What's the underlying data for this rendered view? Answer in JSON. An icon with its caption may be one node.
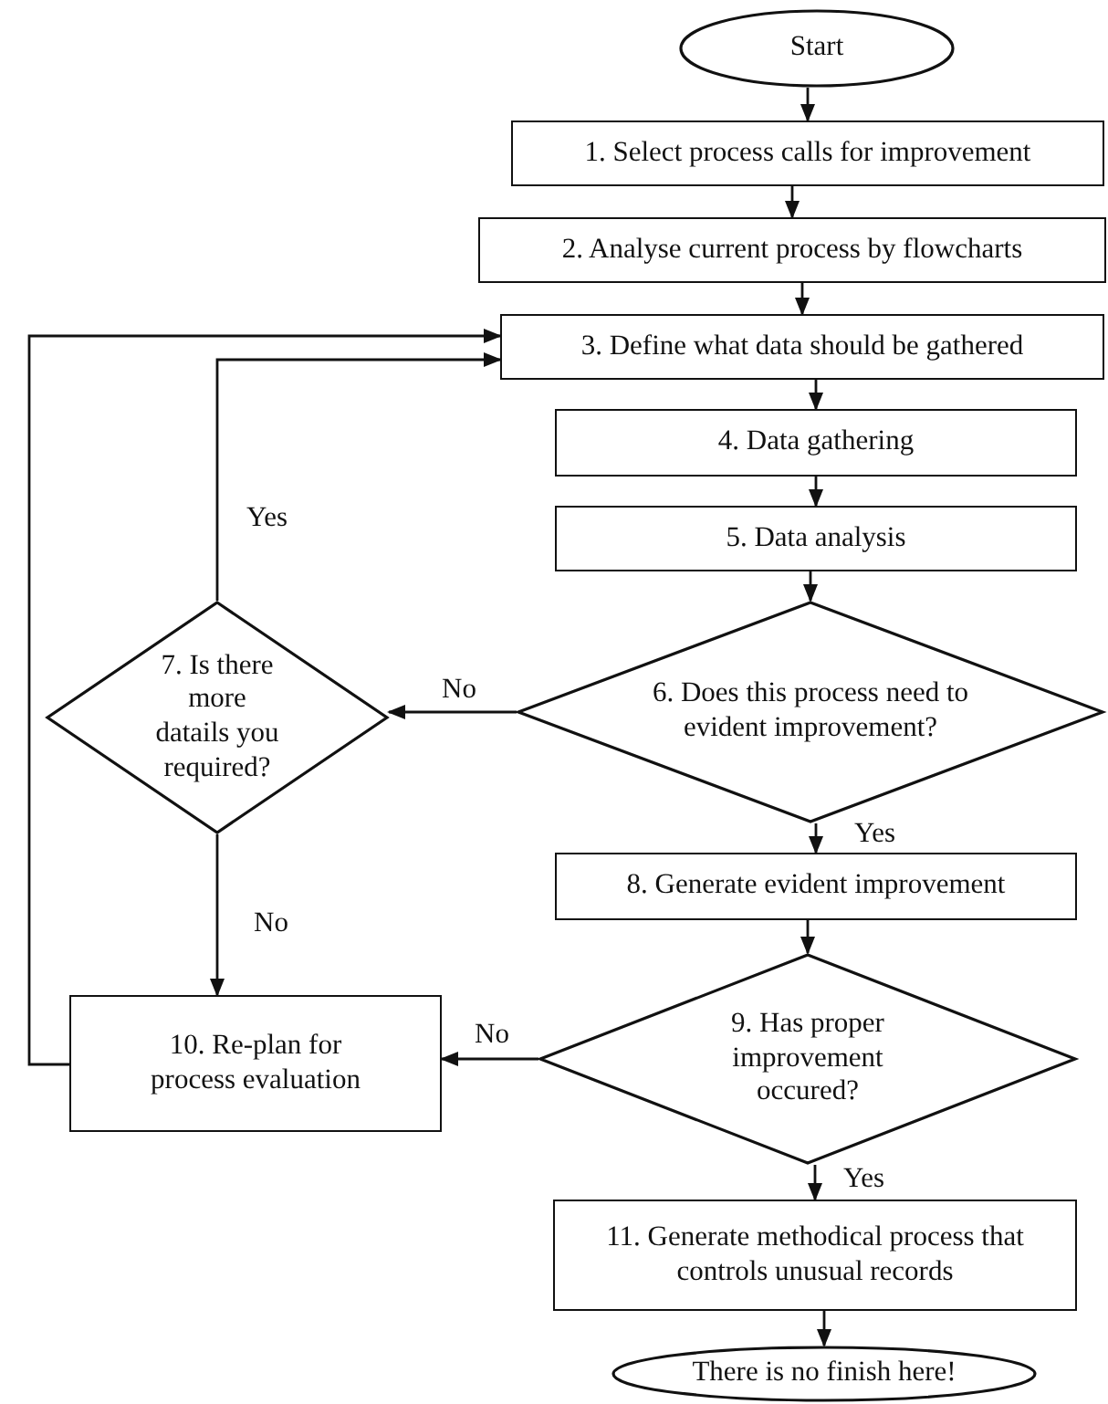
{
  "diagram": {
    "nodes": [
      {
        "text": [
          "Start"
        ]
      },
      {
        "text": [
          "1. Select process calls for improvement"
        ]
      },
      {
        "text": [
          "2. Analyse current process by flowcharts"
        ]
      },
      {
        "text": [
          "3. Define what data should be gathered"
        ]
      },
      {
        "text": [
          "4. Data gathering"
        ]
      },
      {
        "text": [
          "5. Data analysis"
        ]
      },
      {
        "text": [
          "6. Does this process need to evident improvement?"
        ]
      },
      {
        "text": [
          "7. Is there more datails you required?"
        ]
      },
      {
        "text": [
          "8. Generate evident improvement"
        ]
      },
      {
        "text": [
          "9. Has proper improvement occured?"
        ]
      },
      {
        "text": [
          "10. Re-plan for process evaluation"
        ]
      },
      {
        "text": [
          "11. Generate methodical process that controls unusual records"
        ]
      },
      {
        "text": [
          "There is no finish here!"
        ]
      }
    ],
    "edges": [
      {
        "from": 0,
        "to": 1,
        "arrow": "to"
      },
      {
        "from": 1,
        "to": 2,
        "arrow": "to"
      },
      {
        "from": 2,
        "to": 3,
        "arrow": "to"
      },
      {
        "from": 3,
        "to": 4,
        "arrow": "to"
      },
      {
        "from": 4,
        "to": 5,
        "arrow": "to"
      },
      {
        "from": 5,
        "to": 6,
        "arrow": "to"
      },
      {
        "from": 6,
        "to": 7,
        "label": "No",
        "arrow": "to"
      },
      {
        "from": 6,
        "to": 8,
        "label": "Yes",
        "arrow": "to"
      },
      {
        "from": 7,
        "to": 3,
        "label": "Yes",
        "arrow": "to"
      },
      {
        "from": 7,
        "to": 10,
        "label": "No",
        "arrow": "to"
      },
      {
        "from": 8,
        "to": 9,
        "arrow": "to"
      },
      {
        "from": 9,
        "to": 10,
        "label": "No",
        "arrow": "to"
      },
      {
        "from": 9,
        "to": 11,
        "label": "Yes",
        "arrow": "to"
      },
      {
        "from": 10,
        "to": 3,
        "arrow": "to"
      },
      {
        "from": 11,
        "to": 12,
        "arrow": "to"
      }
    ]
  }
}
